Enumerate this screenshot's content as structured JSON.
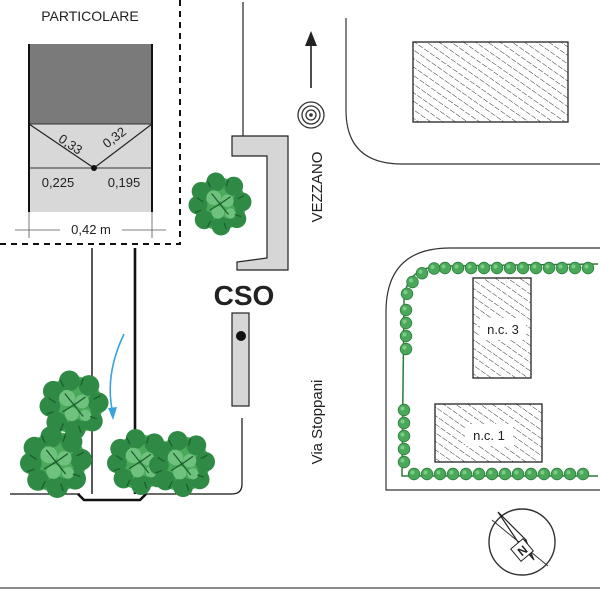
{
  "detail": {
    "title": "PARTICOLARE",
    "left_slope": "0,33",
    "right_slope": "0,32",
    "left_width": "0,225",
    "right_width": "0,195",
    "total_width": "0,42 m"
  },
  "labels": {
    "cso": "CSO",
    "vezzano": "VEZZANO",
    "via_stoppani": "Via Stoppani",
    "building_3": "n.c. 3",
    "building_1": "n.c. 1",
    "compass_letter": "N"
  },
  "icons": [
    "tree-icon",
    "direction-arrow-icon",
    "target-symbol-icon",
    "flow-arrow-icon",
    "compass-rose-icon"
  ]
}
